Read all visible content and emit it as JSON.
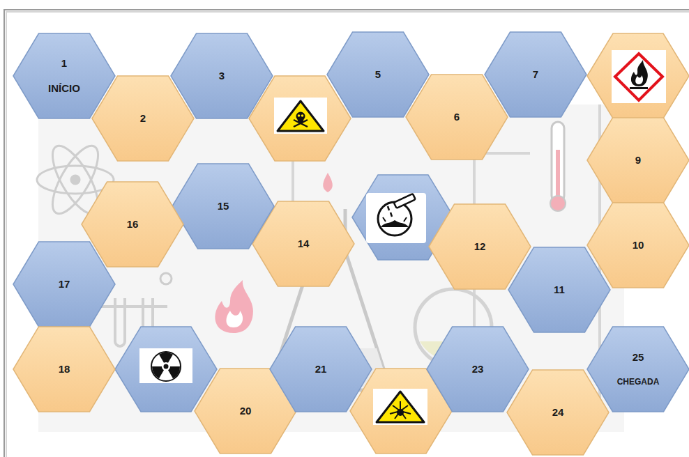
{
  "diagram": {
    "nodes": [
      {
        "text": [
          "1",
          "INÍCIO"
        ]
      },
      {
        "text": [
          "2"
        ]
      },
      {
        "text": [
          "3"
        ]
      },
      {
        "text": [
          "5"
        ]
      },
      {
        "text": [
          "6"
        ]
      },
      {
        "text": [
          "7"
        ]
      },
      {
        "text": [
          "9"
        ]
      },
      {
        "text": [
          "10"
        ]
      },
      {
        "text": [
          "11"
        ]
      },
      {
        "text": [
          "12"
        ]
      },
      {
        "text": [
          "14"
        ]
      },
      {
        "text": [
          "15"
        ]
      },
      {
        "text": [
          "16"
        ]
      },
      {
        "text": [
          "17"
        ]
      },
      {
        "text": [
          "18"
        ]
      },
      {
        "text": [
          "20"
        ]
      },
      {
        "text": [
          "21"
        ]
      },
      {
        "text": [
          "23"
        ]
      },
      {
        "text": [
          "24"
        ]
      },
      {
        "text": [
          "25",
          "CHEGADA"
        ]
      }
    ]
  }
}
